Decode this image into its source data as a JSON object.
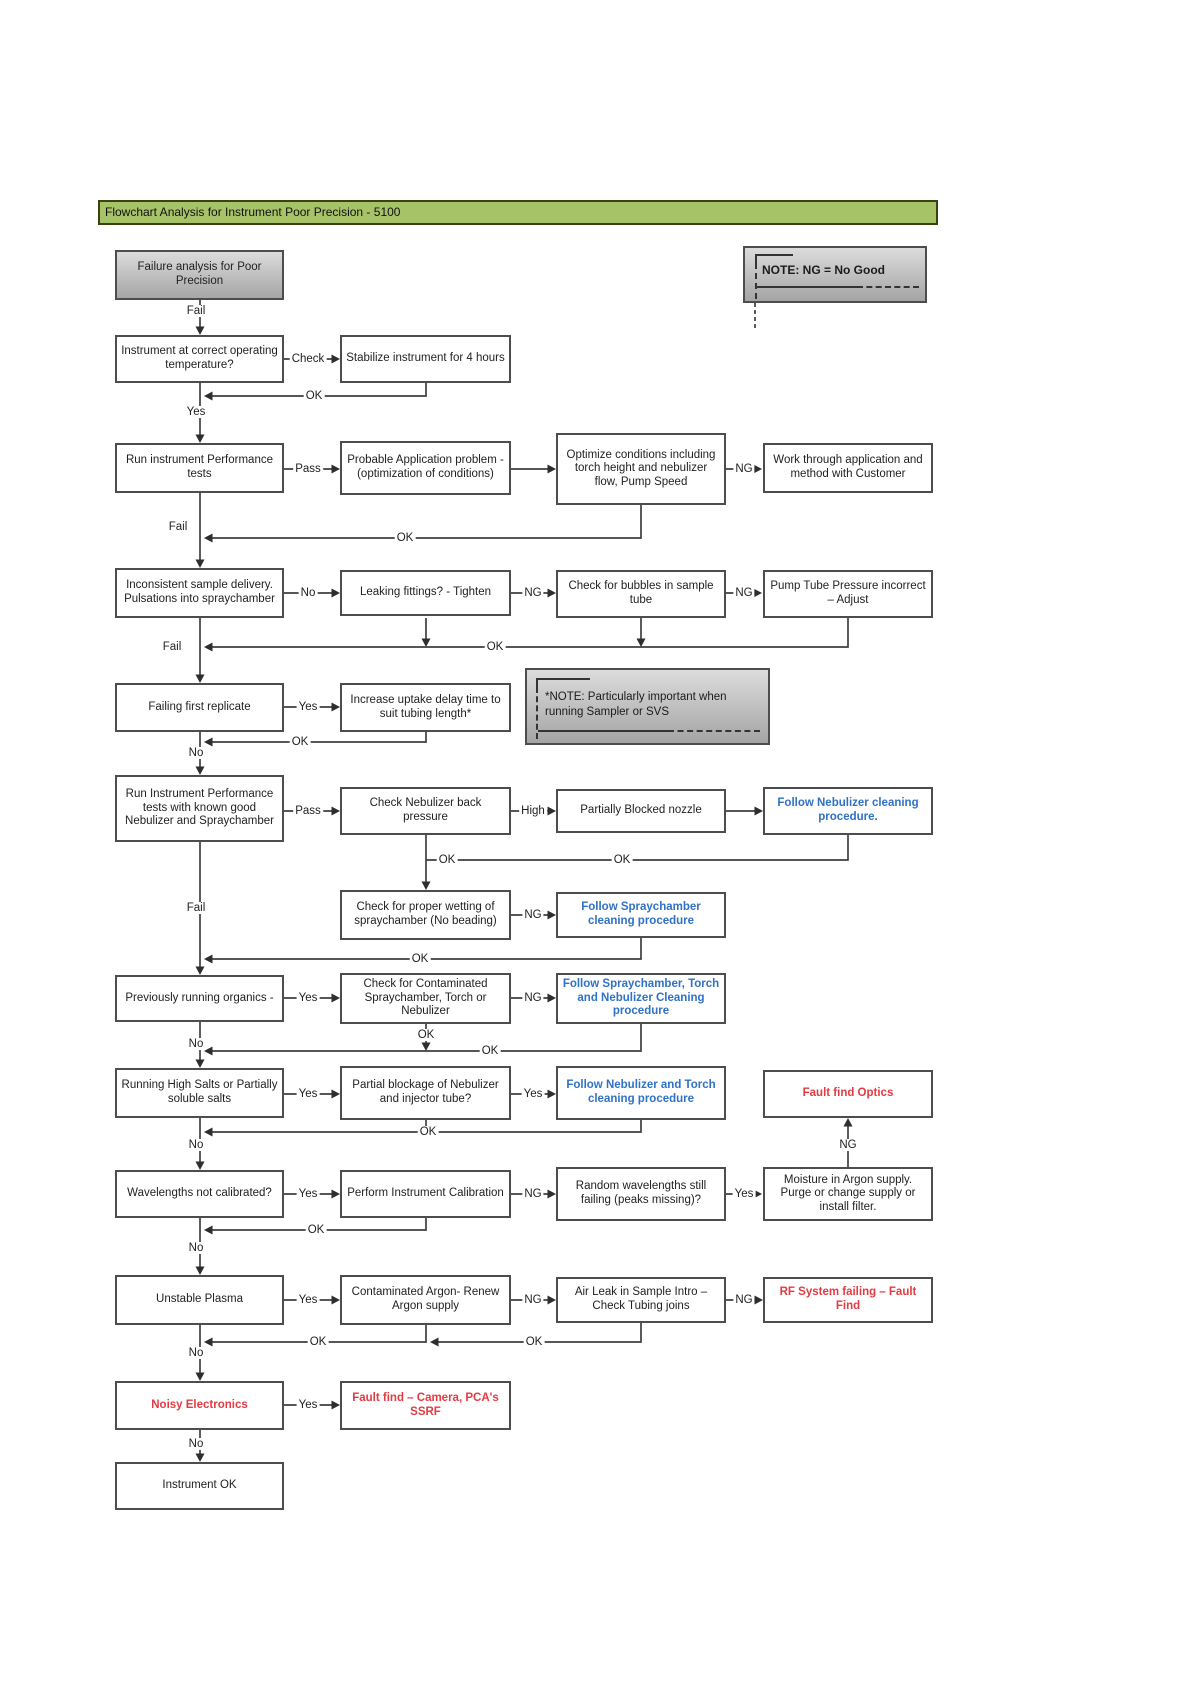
{
  "title": "Flowchart Analysis for Instrument Poor Precision - 5100",
  "notes": {
    "ng": "NOTE: NG = No Good",
    "uptake": "*NOTE: Particularly important when running Sampler or SVS"
  },
  "strings": {
    "fail": "Fail",
    "check": "Check",
    "ok": "OK",
    "yes": "Yes",
    "no": "No",
    "pass": "Pass",
    "ng": "NG",
    "high": "High"
  },
  "colors": {
    "title_bar_green": "#a7c368",
    "procedure_blue": "#2f72c6",
    "alert_red": "#e43a42",
    "note_gray": "#c0c0c0"
  },
  "nodes": {
    "failure": {
      "label": "Failure analysis for Poor Precision",
      "style": "gray"
    },
    "r2c1": {
      "label": "Instrument at correct operating temperature?",
      "style": "plain"
    },
    "r2c2": {
      "label": "Stabilize instrument for 4 hours",
      "style": "plain"
    },
    "r3c1": {
      "label": "Run instrument Performance tests",
      "style": "plain"
    },
    "r3c2": {
      "label": "Probable Application problem - (optimization of conditions)",
      "style": "plain"
    },
    "r3c3": {
      "label": "Optimize conditions including torch height and nebulizer flow, Pump Speed",
      "style": "plain"
    },
    "r3c4": {
      "label": "Work through application and method with Customer",
      "style": "plain"
    },
    "r4c1": {
      "label": "Inconsistent sample delivery. Pulsations into spraychamber",
      "style": "plain"
    },
    "r4c2": {
      "label": "Leaking fittings? - Tighten",
      "style": "plain"
    },
    "r4c3": {
      "label": "Check for bubbles in sample tube",
      "style": "plain"
    },
    "r4c4": {
      "label": "Pump Tube Pressure incorrect – Adjust",
      "style": "plain"
    },
    "r5c1": {
      "label": "Failing first replicate",
      "style": "plain"
    },
    "r5c2": {
      "label": "Increase uptake delay time to suit tubing length*",
      "style": "plain"
    },
    "r6c1": {
      "label": "Run Instrument Performance tests with known good Nebulizer and Spraychamber",
      "style": "plain"
    },
    "r6c2": {
      "label": "Check Nebulizer back pressure",
      "style": "plain"
    },
    "r6c3": {
      "label": "Partially Blocked nozzle",
      "style": "plain"
    },
    "r6c4": {
      "label": "Follow Nebulizer cleaning procedure.",
      "style": "blue"
    },
    "r7c2": {
      "label": "Check for proper wetting of spraychamber (No beading)",
      "style": "plain"
    },
    "r7c3": {
      "label": "Follow Spraychamber cleaning procedure",
      "style": "blue"
    },
    "r8c1": {
      "label": "Previously running organics -",
      "style": "plain"
    },
    "r8c2": {
      "label": "Check for Contaminated Spraychamber, Torch or Nebulizer",
      "style": "plain"
    },
    "r8c3": {
      "label": "Follow Spraychamber, Torch and Nebulizer Cleaning procedure",
      "style": "blue"
    },
    "r9c1": {
      "label": "Running High Salts or Partially soluble salts",
      "style": "plain"
    },
    "r9c2": {
      "label": "Partial blockage of Nebulizer and injector tube?",
      "style": "plain"
    },
    "r9c3": {
      "label": "Follow Nebulizer and Torch cleaning procedure",
      "style": "blue"
    },
    "r9c4": {
      "label": "Fault find Optics",
      "style": "red"
    },
    "r10c1": {
      "label": "Wavelengths not calibrated?",
      "style": "plain"
    },
    "r10c2": {
      "label": "Perform Instrument Calibration",
      "style": "plain"
    },
    "r10c3": {
      "label": "Random wavelengths still failing (peaks missing)?",
      "style": "plain"
    },
    "r10c4": {
      "label": "Moisture in Argon supply. Purge or change supply or install filter.",
      "style": "plain"
    },
    "r11c1": {
      "label": "Unstable Plasma",
      "style": "plain"
    },
    "r11c2": {
      "label": "Contaminated Argon- Renew Argon supply",
      "style": "plain"
    },
    "r11c3": {
      "label": "Air Leak in Sample Intro – Check Tubing joins",
      "style": "plain"
    },
    "r11c4": {
      "label": "RF System failing – Fault Find",
      "style": "red"
    },
    "r12c1": {
      "label": "Noisy Electronics",
      "style": "red"
    },
    "r12c2": {
      "label": "Fault find – Camera, PCA's SSRF",
      "style": "red"
    },
    "r13c1": {
      "label": "Instrument OK",
      "style": "plain"
    }
  }
}
